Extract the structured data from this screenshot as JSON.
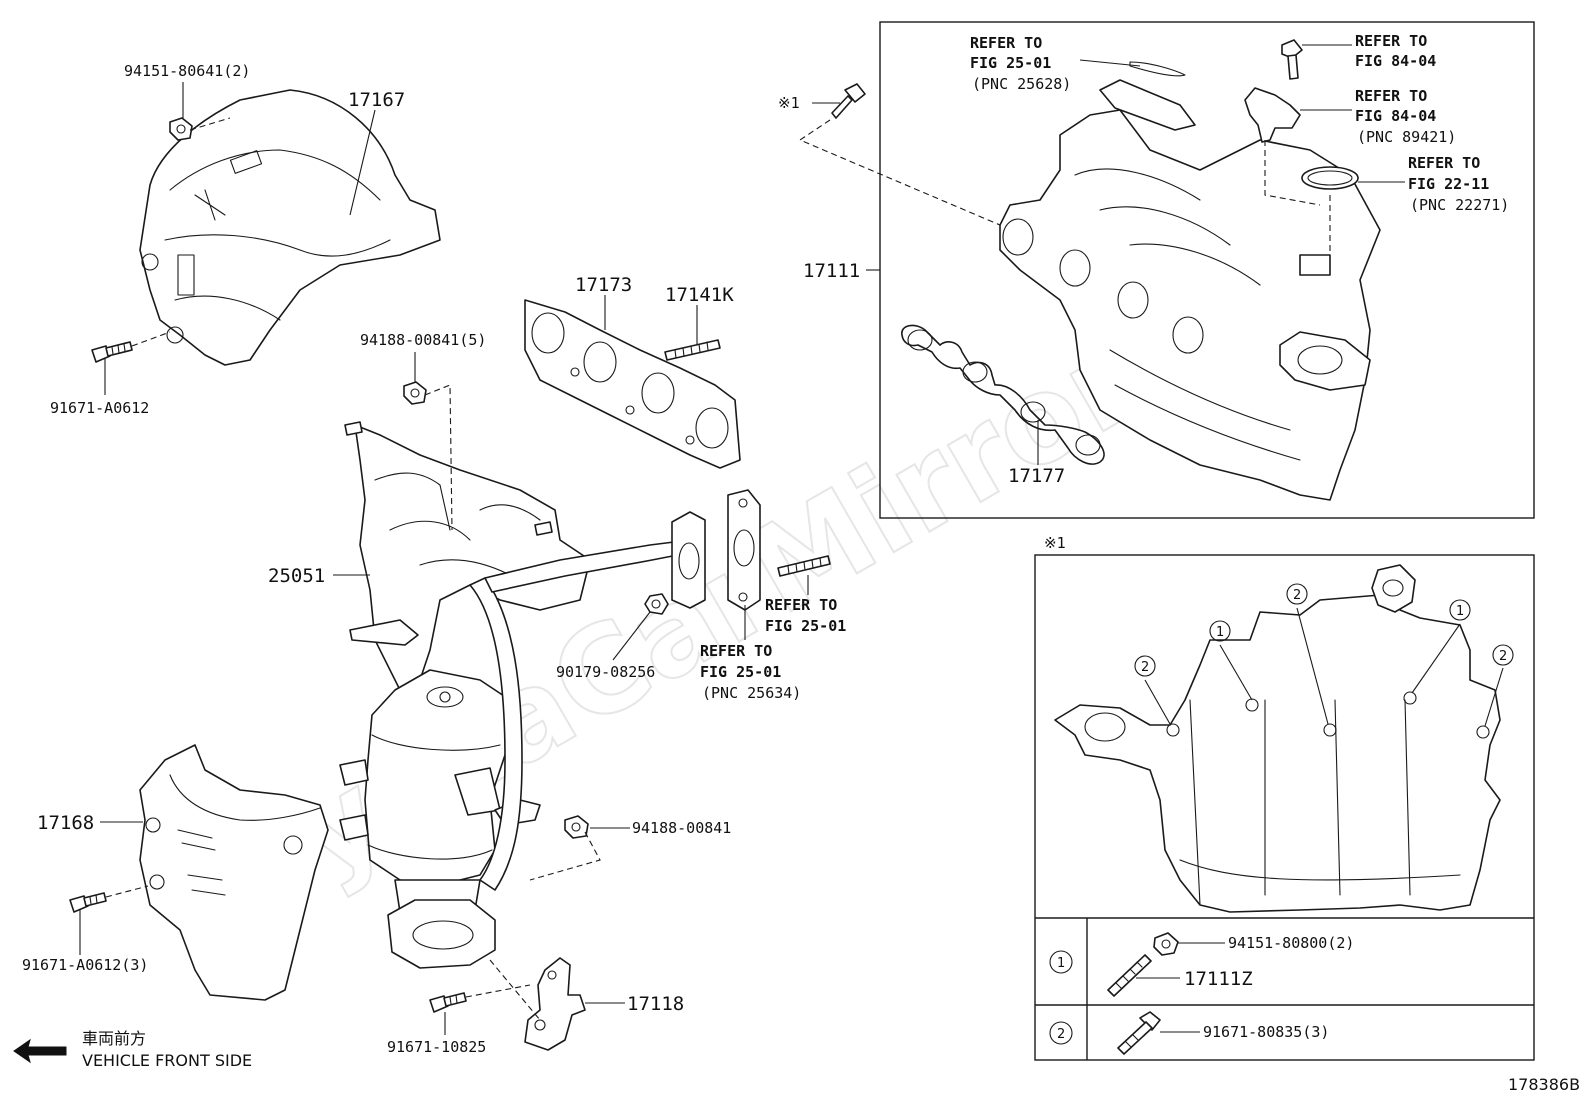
{
  "watermark": "ToyotaCarMirror.ru",
  "parts": {
    "p1": "94151-80641(2)",
    "p2": "17167",
    "p3": "94188-00841(5)",
    "p4": "17173",
    "p5": "17141K",
    "p6": "91671-A0612",
    "p7": "25051",
    "p8": "90179-08256",
    "p9": "94188-00841",
    "p10": "17168",
    "p11": "91671-A0612(3)",
    "p12": "17118",
    "p13": "91671-10825",
    "p14": "17111",
    "p15": "17177",
    "p16": "94151-80800(2)",
    "p17": "17111Z",
    "p18": "91671-80835(3)"
  },
  "refs": {
    "r1": [
      "REFER TO",
      "FIG 25-01",
      "(PNC 25628)"
    ],
    "r2": [
      "REFER TO",
      "FIG 84-04"
    ],
    "r3": [
      "REFER TO",
      "FIG 84-04",
      "(PNC 89421)"
    ],
    "r4": [
      "REFER TO",
      "FIG 22-11",
      "(PNC 22271)"
    ],
    "r5": [
      "REFER TO",
      "FIG 25-01"
    ],
    "r6": [
      "REFER TO",
      "FIG 25-01",
      "(PNC 25634)"
    ]
  },
  "markers": {
    "note_mark": "※1",
    "circle_1": "1",
    "circle_2": "2"
  },
  "front_side": {
    "jp": "車両前方",
    "en": "VEHICLE FRONT SIDE"
  },
  "figure_id": "178386B"
}
